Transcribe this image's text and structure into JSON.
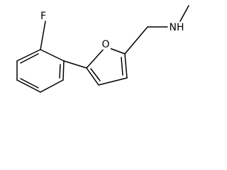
{
  "molecule": {
    "atoms": {
      "fluorine": "F",
      "oxygen": "O",
      "nitrogen_hydrogen": "NH"
    }
  }
}
